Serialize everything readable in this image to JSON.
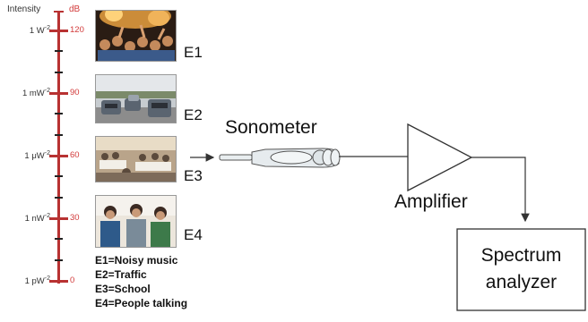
{
  "scale": {
    "intensity_header": "Intensity",
    "db_header": "dB",
    "levels": [
      {
        "intensity_prefix": "1 W",
        "exponent": "-2",
        "db": "120"
      },
      {
        "intensity_prefix": "1 mW",
        "exponent": "-2",
        "db": "90"
      },
      {
        "intensity_prefix": "1 μW",
        "exponent": "-2",
        "db": "60"
      },
      {
        "intensity_prefix": "1 nW",
        "exponent": "-2",
        "db": "30"
      },
      {
        "intensity_prefix": "1 pW",
        "exponent": "-2",
        "db": "0"
      }
    ]
  },
  "examples": [
    {
      "id": "E1",
      "scene": "noisy-music"
    },
    {
      "id": "E2",
      "scene": "traffic"
    },
    {
      "id": "E3",
      "scene": "school"
    },
    {
      "id": "E4",
      "scene": "people-talking"
    }
  ],
  "legend": [
    "E1=Noisy music",
    "E2=Traffic",
    "E3=School",
    "E4=People talking"
  ],
  "blocks": {
    "sonometer": "Sonometer",
    "amplifier": "Amplifier",
    "analyzer_line1": "Spectrum",
    "analyzer_line2": "analyzer"
  },
  "colors": {
    "scale_bar": "#b83232",
    "db_text": "#d23a3a",
    "line": "#333333"
  }
}
